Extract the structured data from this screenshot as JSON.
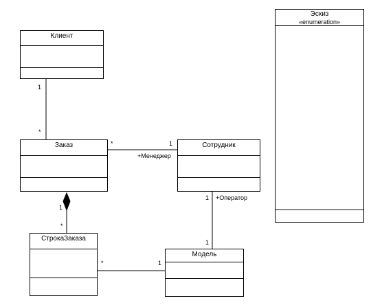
{
  "diagram": {
    "classes": {
      "client": {
        "name": "Клиент"
      },
      "order": {
        "name": "Заказ"
      },
      "employee": {
        "name": "Сотрудник"
      },
      "order_line": {
        "name": "СтрокаЗаказа"
      },
      "model": {
        "name": "Модель"
      },
      "sketch": {
        "name": "Эскиз",
        "stereotype": "«enumeration»"
      }
    },
    "associations": {
      "client_order": {
        "client_end": "1",
        "order_end": "*"
      },
      "order_employee": {
        "order_end": "*",
        "employee_end": "1",
        "role": "+Менеджер"
      },
      "order_orderline": {
        "order_end": "1",
        "orderline_end": "*",
        "kind": "composition"
      },
      "employee_model": {
        "employee_end": "1",
        "model_end": "1",
        "role": "+Оператор"
      },
      "orderline_model": {
        "orderline_end": "*",
        "model_end": "1"
      }
    }
  }
}
